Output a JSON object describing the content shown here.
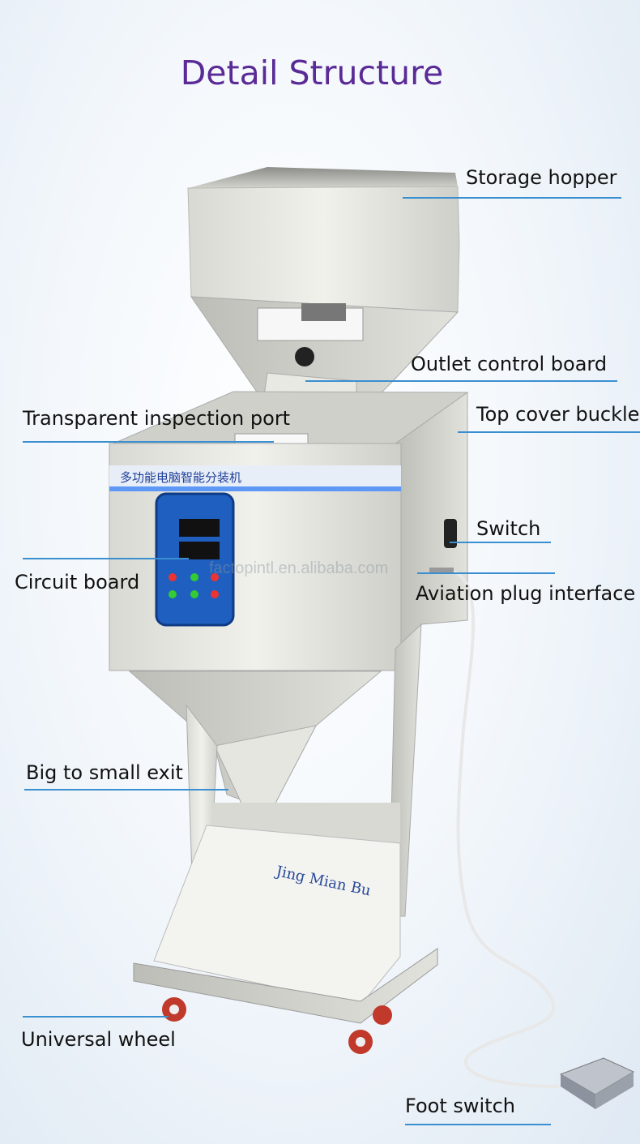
{
  "title": "Detail Structure",
  "watermark": "factopintl.en.alibaba.com",
  "labels": {
    "storage_hopper": "Storage hopper",
    "outlet_control_board": "Outlet control board",
    "top_cover_buckle": "Top cover buckle",
    "transparent_inspection_port": "Transparent inspection port",
    "switch": "Switch",
    "circuit_board": "Circuit  board",
    "aviation_plug_interface": "Aviation plug interface",
    "big_to_small_exit": "Big to small exit",
    "universal_wheel": "Universal wheel",
    "foot_switch": "Foot switch"
  },
  "machine_text": {
    "front_banner": "多功能电脑智能分装机",
    "base_sticker": "Jing Mian Bu"
  },
  "colors": {
    "title": "#5a2a96",
    "leader_line": "#3a8fd0",
    "steel": "#e6e6e2",
    "control_panel": "#1f5fbf"
  }
}
